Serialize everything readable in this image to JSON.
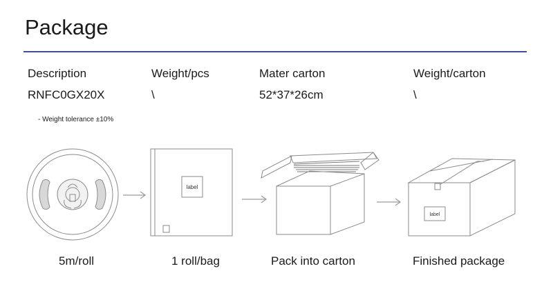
{
  "title": "Package",
  "table": {
    "headers": [
      "Description",
      "Weight/pcs",
      "Mater carton",
      "Weight/carton"
    ],
    "values": [
      "RNFC0GX20X",
      "\\",
      "52*37*26cm",
      "\\"
    ]
  },
  "note": "- Weight tolerance ±10%",
  "steps": [
    {
      "caption": "5m/roll"
    },
    {
      "caption": "1 roll/bag",
      "label": "label"
    },
    {
      "caption": "Pack into carton"
    },
    {
      "caption": "Finished package",
      "label": "label"
    }
  ],
  "colors": {
    "rule": "#3f4c96",
    "stroke": "#8a8a8a",
    "arrow": "#9a9a9a"
  }
}
